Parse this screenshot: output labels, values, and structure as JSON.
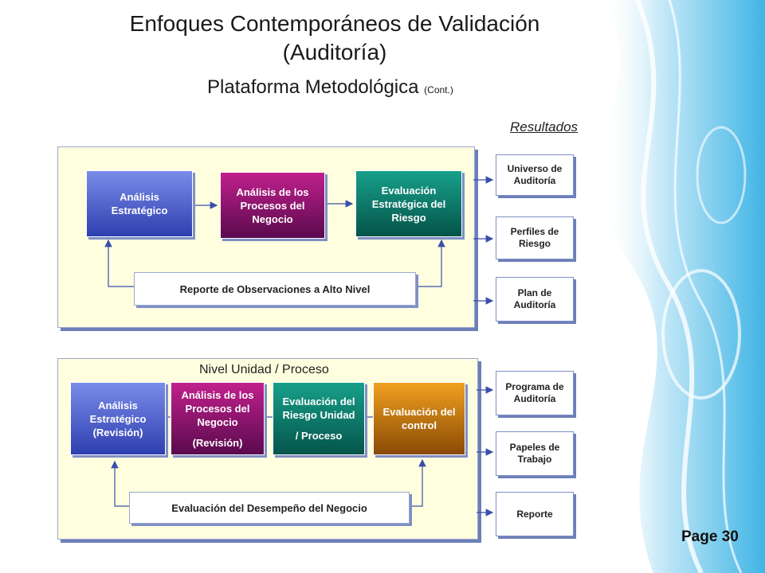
{
  "title_line1": "Enfoques Contemporáneos de Validación",
  "title_line2": "(Auditoría)",
  "subtitle": "Plataforma Metodológica",
  "subtitle_small": "(Cont.)",
  "resultados_label": "Resultados",
  "page_label": "Page 30",
  "top_panel": {
    "box1": "Análisis Estratégico",
    "box2": "Análisis de los Procesos del Negocio",
    "box3": "Evaluación Estratégica del Riesgo",
    "report": "Reporte de Observaciones a Alto Nivel"
  },
  "bottom_panel": {
    "title": "Nivel Unidad / Proceso",
    "box1": "Análisis Estratégico (Revisión)",
    "box2_line1": "Análisis de los Procesos del Negocio",
    "box2_line2": "(Revisión)",
    "box3_line1": "Evaluación del Riesgo Unidad",
    "box3_line2": "/ Proceso",
    "box4": "Evaluación del control",
    "report": "Evaluación del Desempeño del Negocio"
  },
  "results_top": [
    "Universo de Auditoría",
    "Perfiles de Riesgo",
    "Plan de Auditoría"
  ],
  "results_bottom": [
    "Programa de Auditoría",
    "Papeles de Trabajo",
    "Reporte"
  ],
  "colors": {
    "blue": "#2e3fb0",
    "purple": "#8a0e6e",
    "teal": "#0a7a6a",
    "orange": "#c8780c",
    "panel": "#ffffe0",
    "border": "#7f8fc6"
  }
}
